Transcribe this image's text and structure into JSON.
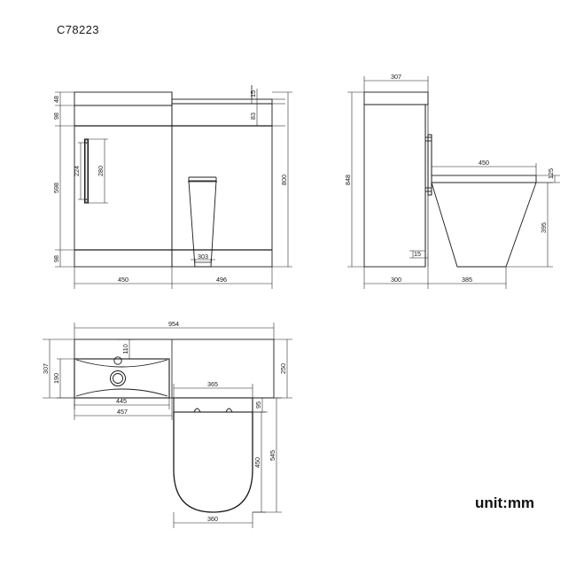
{
  "drawing": {
    "title": "C78223",
    "unit_note": "unit:mm",
    "line_color": "#1a1a1a",
    "dim_color": "#1a1a1a",
    "background": "#ffffff"
  },
  "views": {
    "front_elevation": {
      "name": "front-elevation",
      "dimensions": {
        "countertop_thickness_left": "48",
        "drawer_height": "98",
        "door_height": "598",
        "plinth_height": "98",
        "counter_lip_right": "15",
        "cistern_panel_height": "83",
        "overall_height": "800",
        "vanity_width": "450",
        "toilet_unit_width": "496",
        "toilet_base_width": "303",
        "handle_inner": "224",
        "handle_outer": "280"
      }
    },
    "side_elevation": {
      "name": "side-elevation",
      "dimensions": {
        "countertop_depth": "307",
        "overall_height": "848",
        "toilet_projection": "450",
        "seat_thickness": "125",
        "toilet_height": "395",
        "plinth_recess": "15",
        "cabinet_depth": "300",
        "toilet_depth": "385"
      }
    },
    "plan_view": {
      "name": "plan-view",
      "dimensions": {
        "overall_width": "954",
        "countertop_depth": "307",
        "basin_depth": "190",
        "tap_hole_offset": "110",
        "basin_width_inner": "445",
        "basin_width_outer": "457",
        "unit_depth_right": "250",
        "toilet_width": "365",
        "cistern_offset": "95",
        "toilet_overall_depth": "545",
        "toilet_bowl_depth": "450",
        "toilet_bowl_width": "360"
      }
    }
  }
}
